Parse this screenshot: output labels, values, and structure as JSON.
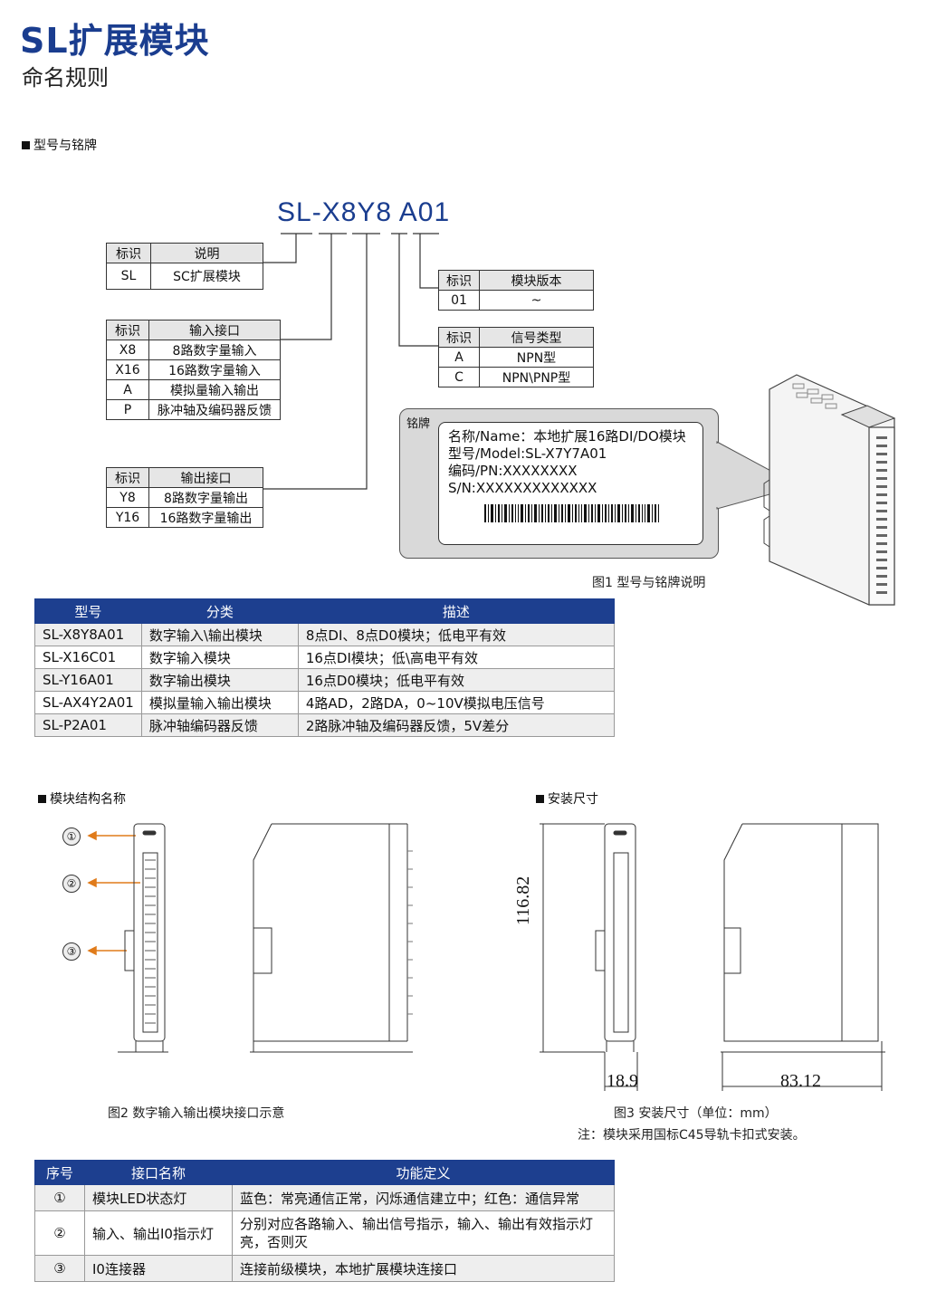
{
  "header": {
    "title": "SL扩展模块",
    "subtitle": "命名规则"
  },
  "section_model": "型号与铭牌",
  "model_code": "SL-X8Y8 A01",
  "tbl_sl": {
    "head": [
      "标识",
      "说明"
    ],
    "rows": [
      [
        "SL",
        "SC扩展模块"
      ]
    ]
  },
  "tbl_in": {
    "head": [
      "标识",
      "输入接口"
    ],
    "rows": [
      [
        "X8",
        "8路数字量输入"
      ],
      [
        "X16",
        "16路数字量输入"
      ],
      [
        "A",
        "模拟量输入输出"
      ],
      [
        "P",
        "脉冲轴及编码器反馈"
      ]
    ]
  },
  "tbl_out": {
    "head": [
      "标识",
      "输出接口"
    ],
    "rows": [
      [
        "Y8",
        "8路数字量输出"
      ],
      [
        "Y16",
        "16路数字量输出"
      ]
    ]
  },
  "tbl_ver": {
    "head": [
      "标识",
      "模块版本"
    ],
    "rows": [
      [
        "01",
        "~"
      ]
    ]
  },
  "tbl_sig": {
    "head": [
      "标识",
      "信号类型"
    ],
    "rows": [
      [
        "A",
        "NPN型"
      ],
      [
        "C",
        "NPN\\PNP型"
      ]
    ]
  },
  "nameplate": {
    "label": "铭牌",
    "lines": [
      "名称/Name：本地扩展16路DI/DO模块",
      "型号/Model:SL-X7Y7A01",
      "编码/PN:XXXXXXXX",
      "S/N:XXXXXXXXXXXXX"
    ]
  },
  "fig1_caption": "图1 型号与铭牌说明",
  "model_table": {
    "head": [
      "型号",
      "分类",
      "描述"
    ],
    "rows": [
      [
        "SL-X8Y8A01",
        "数字输入\\输出模块",
        "8点DI、8点D0模块；低电平有效"
      ],
      [
        "SL-X16C01",
        "数字输入模块",
        "16点DI模块；低\\高电平有效"
      ],
      [
        "SL-Y16A01",
        "数字输出模块",
        "16点D0模块；低电平有效"
      ],
      [
        "SL-AX4Y2A01",
        "模拟量输入输出模块",
        "4路AD，2路DA，0~10V模拟电压信号"
      ],
      [
        "SL-P2A01",
        "脉冲轴编码器反馈",
        "2路脉冲轴及编码器反馈，5V差分"
      ]
    ]
  },
  "section_struct": "模块结构名称",
  "section_install": "安装尺寸",
  "callouts": [
    "①",
    "②",
    "③"
  ],
  "dims": {
    "height": "116.82",
    "width": "18.9",
    "depth": "83.12"
  },
  "fig2_caption": "图2 数字输入输出模块接口示意",
  "fig3_caption": "图3 安装尺寸（单位：mm）",
  "note": "注：模块采用国标C45导轨卡扣式安装。",
  "iface_table": {
    "head": [
      "序号",
      "接口名称",
      "功能定义"
    ],
    "rows": [
      [
        "①",
        "模块LED状态灯",
        "蓝色：常亮通信正常，闪烁通信建立中；红色：通信异常"
      ],
      [
        "②",
        "输入、输出I0指示灯",
        "分别对应各路输入、输出信号指示，输入、输出有效指示灯亮，否则灭"
      ],
      [
        "③",
        "I0连接器",
        "连接前级模块，本地扩展模块连接口"
      ]
    ]
  },
  "colors": {
    "brand": "#1a3d8f",
    "table_header": "#1d3f8f",
    "leader": "#e07b1a"
  }
}
